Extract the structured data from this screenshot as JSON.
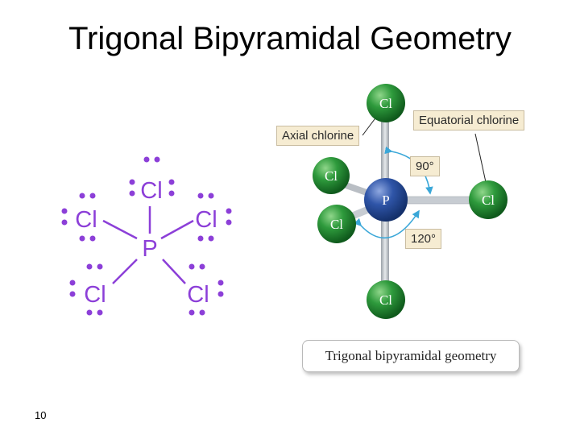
{
  "slide": {
    "title": "Trigonal Bipyramidal Geometry",
    "page_number": "10"
  },
  "lewis": {
    "center_atom": "P",
    "ligand": "Cl",
    "color": "#8c3fd8"
  },
  "model": {
    "center_atom": "P",
    "ligand": "Cl",
    "center_color": "#2f55a8",
    "ligand_color": "#2e9a3c",
    "bond_color": "#c7ccd2",
    "arc_color": "#3aa7d8",
    "axial_label": "Axial chlorine",
    "equatorial_label": "Equatorial chlorine",
    "angle_axial": "90°",
    "angle_equatorial": "120°",
    "caption": "Trigonal bipyramidal geometry"
  }
}
